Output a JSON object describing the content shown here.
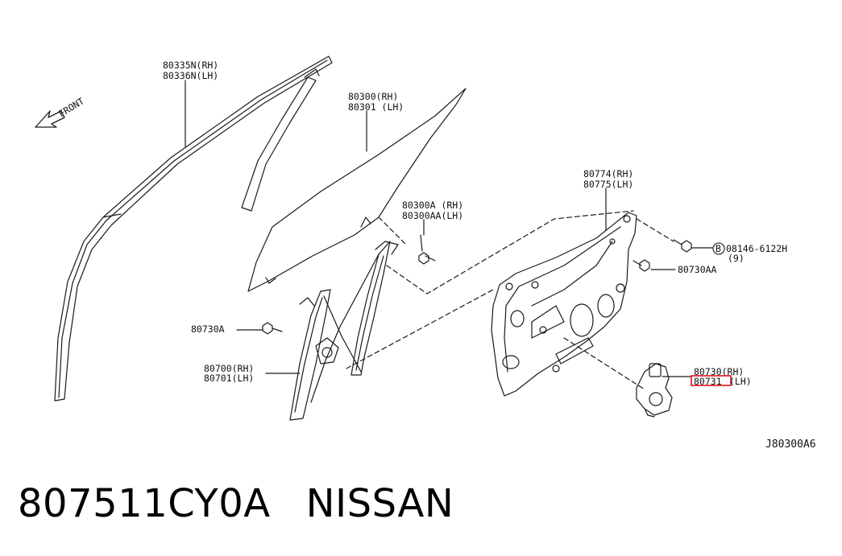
{
  "diagram": {
    "front_label": "FRONT",
    "reference_code": "J80300A6",
    "colors": {
      "line": "#1a1a1a",
      "highlight": "#e0101a",
      "background": "#ffffff"
    },
    "callouts": [
      {
        "id": "sash-rh",
        "text": "80335N(RH)"
      },
      {
        "id": "sash-lh",
        "text": "80336N(LH)"
      },
      {
        "id": "glass-rh",
        "text": "80300(RH)"
      },
      {
        "id": "glass-lh",
        "text": "80301 (LH)"
      },
      {
        "id": "glass-bolt-rh",
        "text": "80300A  (RH)"
      },
      {
        "id": "glass-bolt-lh",
        "text": "80300AA(LH)"
      },
      {
        "id": "panel-rh",
        "text": "80774(RH)"
      },
      {
        "id": "panel-lh",
        "text": "80775(LH)"
      },
      {
        "id": "bolt-code",
        "text": "08146-6122H"
      },
      {
        "id": "bolt-qty",
        "text": "(9)"
      },
      {
        "id": "bolt-b",
        "text": "B"
      },
      {
        "id": "screw-aa",
        "text": "80730AA"
      },
      {
        "id": "screw-a",
        "text": "80730A"
      },
      {
        "id": "regulator-rh",
        "text": "80700(RH)"
      },
      {
        "id": "regulator-lh",
        "text": "80701(LH)"
      },
      {
        "id": "motor-rh",
        "text": "80730(RH)"
      },
      {
        "id": "motor-lh-code",
        "text": "80731"
      },
      {
        "id": "motor-lh-side",
        "text": "(LH)"
      }
    ]
  },
  "caption": {
    "part_number": "807511CY0A",
    "brand": "NISSAN"
  }
}
